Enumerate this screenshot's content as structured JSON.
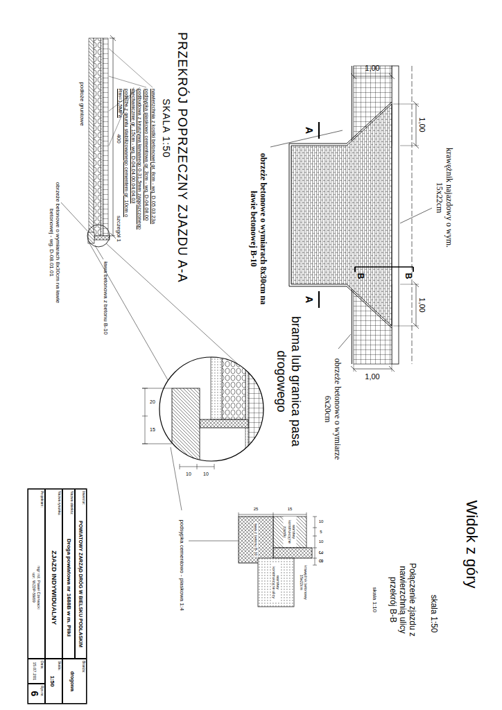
{
  "diagram": {
    "nodes": [
      {
        "text": [
          "Inwestor:",
          "POWIATOWY ZARZĄD DRÓG W BIELSKU PODLASKIM"
        ]
      },
      {
        "text": [
          "Branża:",
          "drogowa"
        ]
      },
      {
        "text": [
          "Nazwa obiektu:",
          "Droga powiatowa nr 1688B w m. Pilki"
        ]
      },
      {
        "text": [
          "Nazwa rysunku:",
          "ZJAZD INDYWIDUALNY"
        ]
      },
      {
        "text": [
          "Skala:",
          "1:50"
        ]
      },
      {
        "text": [
          "Projektant:",
          "mgr inż. Paweł Czerwacki",
          "upr. WZDP-59/69"
        ]
      },
      {
        "text": [
          "Data:",
          "15.07.201"
        ]
      },
      {
        "text": [
          "Rys nr.",
          "6"
        ]
      }
    ],
    "labels": [
      "Widok z góry",
      "skala 1:50",
      "krawężnik najazdowy o wym. 15x22cm",
      "obrzeże betonowe o wymiarach 8x30cm na ławie betonowej B-10",
      "brama lub granica pasa drogowego",
      "obrzeże betonowe o wymiarze 6x20cm",
      "1,00",
      "1,00",
      "1,00",
      "1,00",
      "A",
      "A",
      "B",
      "B",
      "PRZEKRÓJ POPRZECZNY ZJAZDU A-A",
      "SKALA 1:50",
      "nawierzchnia z kostki betonowej gr. 8cm - wg. D.05.03.23a",
      "podsypka piaskowo cementowa gr. 3cm - wg. D-04.08.00",
      "podbudowa z kruszywa łamanego 0-31,5mm zagęszczonego mechanicznie gr. 15cm - wg. D-04.04.00.04.04.03",
      "podłoże z gruntu stabilizowanego cementem gr. 10cm o Rm=1,5MPa",
      "400",
      "szczegół 1",
      "podłoże gruntowe",
      "ława betonowa z betonu B-10",
      "obrzeże betonowe o wymiarach 8x30cm na ławie betonowej - wg. D-08.01.01",
      "20",
      "15",
      "10",
      "10",
      "Połączenie zjazdu z nawierzchnią ulicy przekrój B-B",
      "skala 1:10",
      "10",
      "5",
      "10",
      "3",
      "8",
      "15",
      "25",
      "warstwy konstrukcyjne zjazdu",
      "krawężnik betonowy 15x22cm",
      "ława z betonu B-10",
      "warstwy konstrukcyjne ulicy",
      "podsypka cementowo - piaskowa 1:4"
    ]
  }
}
